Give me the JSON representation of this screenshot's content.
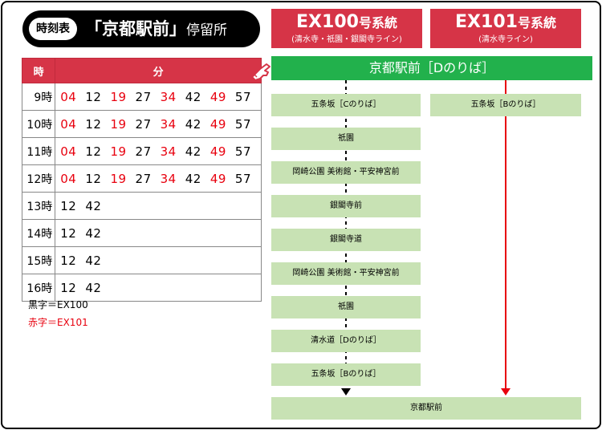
{
  "header": {
    "badge": "時刻表",
    "title_main": "「京都駅前」",
    "title_suffix": "停留所"
  },
  "routes": [
    {
      "code": "EX100",
      "suffix": "号系統",
      "via": "(清水寺・祇園・銀閣寺ライン)"
    },
    {
      "code": "EX101",
      "suffix": "号系統",
      "via": "(清水寺ライン)"
    }
  ],
  "table": {
    "col_hour": "時",
    "col_min": "分",
    "rows": [
      {
        "hour": "9時",
        "mins": [
          [
            "04",
            "red"
          ],
          [
            "12",
            "black"
          ],
          [
            "19",
            "red"
          ],
          [
            "27",
            "black"
          ],
          [
            "34",
            "red"
          ],
          [
            "42",
            "black"
          ],
          [
            "49",
            "red"
          ],
          [
            "57",
            "black"
          ]
        ]
      },
      {
        "hour": "10時",
        "mins": [
          [
            "04",
            "red"
          ],
          [
            "12",
            "black"
          ],
          [
            "19",
            "red"
          ],
          [
            "27",
            "black"
          ],
          [
            "34",
            "red"
          ],
          [
            "42",
            "black"
          ],
          [
            "49",
            "red"
          ],
          [
            "57",
            "black"
          ]
        ]
      },
      {
        "hour": "11時",
        "mins": [
          [
            "04",
            "red"
          ],
          [
            "12",
            "black"
          ],
          [
            "19",
            "red"
          ],
          [
            "27",
            "black"
          ],
          [
            "34",
            "red"
          ],
          [
            "42",
            "black"
          ],
          [
            "49",
            "red"
          ],
          [
            "57",
            "black"
          ]
        ]
      },
      {
        "hour": "12時",
        "mins": [
          [
            "04",
            "red"
          ],
          [
            "12",
            "black"
          ],
          [
            "19",
            "red"
          ],
          [
            "27",
            "black"
          ],
          [
            "34",
            "red"
          ],
          [
            "42",
            "black"
          ],
          [
            "49",
            "red"
          ],
          [
            "57",
            "black"
          ]
        ]
      },
      {
        "hour": "13時",
        "mins": [
          [
            "12",
            "black"
          ],
          [
            "42",
            "black"
          ]
        ]
      },
      {
        "hour": "14時",
        "mins": [
          [
            "12",
            "black"
          ],
          [
            "42",
            "black"
          ]
        ]
      },
      {
        "hour": "15時",
        "mins": [
          [
            "12",
            "black"
          ],
          [
            "42",
            "black"
          ]
        ]
      },
      {
        "hour": "16時",
        "mins": [
          [
            "12",
            "black"
          ],
          [
            "42",
            "black"
          ]
        ]
      }
    ]
  },
  "legend": {
    "black": "黒字＝EX100",
    "red": "赤字＝EX101"
  },
  "stops": {
    "origin": "京都駅前［Dのりば］",
    "ex100": [
      "五条坂［Cのりば］",
      "祇園",
      "岡崎公園 美術館・平安神宮前",
      "銀閣寺前",
      "銀閣寺道",
      "岡崎公園 美術館・平安神宮前",
      "祇園",
      "清水道［Dのりば］",
      "五条坂［Bのりば］"
    ],
    "ex101": [
      "五条坂［Bのりば］"
    ],
    "terminal": "京都駅前"
  },
  "colors": {
    "red": "#d63447",
    "red_text": "#e8000e",
    "green": "#22b14c",
    "light_green": "#c8e2b4"
  }
}
